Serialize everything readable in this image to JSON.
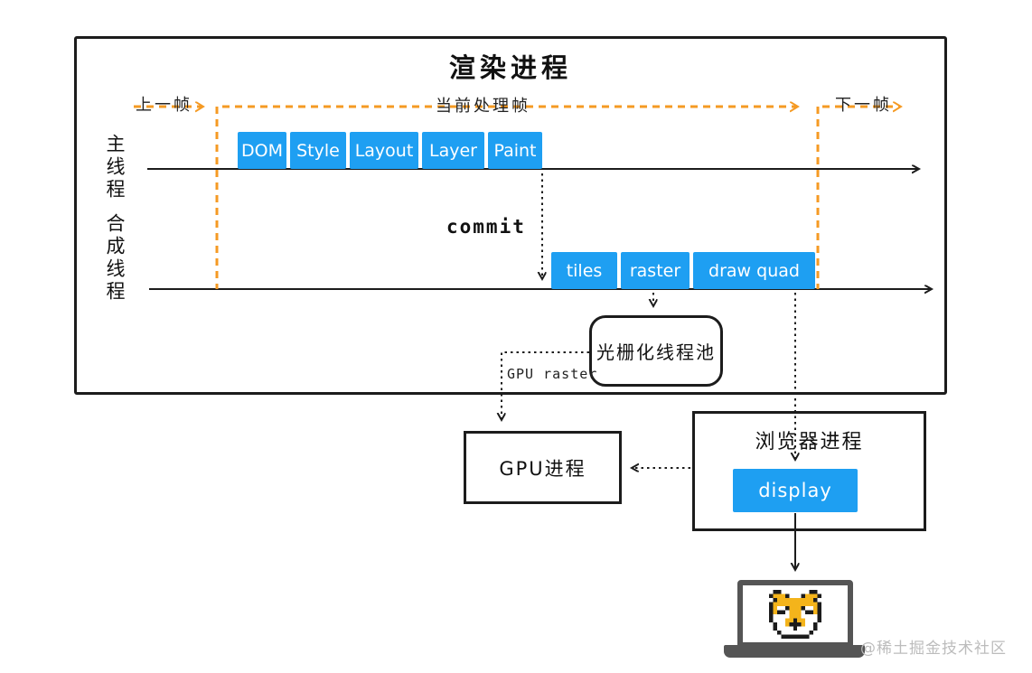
{
  "title": "渲染进程",
  "frame_markers": {
    "prev": "上一帧",
    "current": "当前处理帧",
    "next": "下一帧"
  },
  "threads": {
    "main": {
      "label": "主线程",
      "stages": [
        "DOM",
        "Style",
        "Layout",
        "Layer",
        "Paint"
      ]
    },
    "compositor": {
      "label": "合成线程",
      "stages": [
        "tiles",
        "raster",
        "draw quad"
      ]
    }
  },
  "annotations": {
    "commit": "commit",
    "gpu_raster": "GPU raster"
  },
  "boxes": {
    "raster_pool": "光栅化线程池",
    "gpu_process": "GPU进程",
    "browser_process": "浏览器进程",
    "display": "display"
  },
  "watermark": "@稀土掘金技术社区",
  "colors": {
    "accent_orange": "#f59a23",
    "stage_blue": "#1e9ff2",
    "line_black": "#1c1c1c",
    "laptop_gray": "#555555",
    "dog_gold": "#f4b41b",
    "watermark_gray": "#bcbcbc"
  },
  "icons": {
    "laptop": "laptop-icon",
    "shiba": "shiba-dog-icon"
  }
}
